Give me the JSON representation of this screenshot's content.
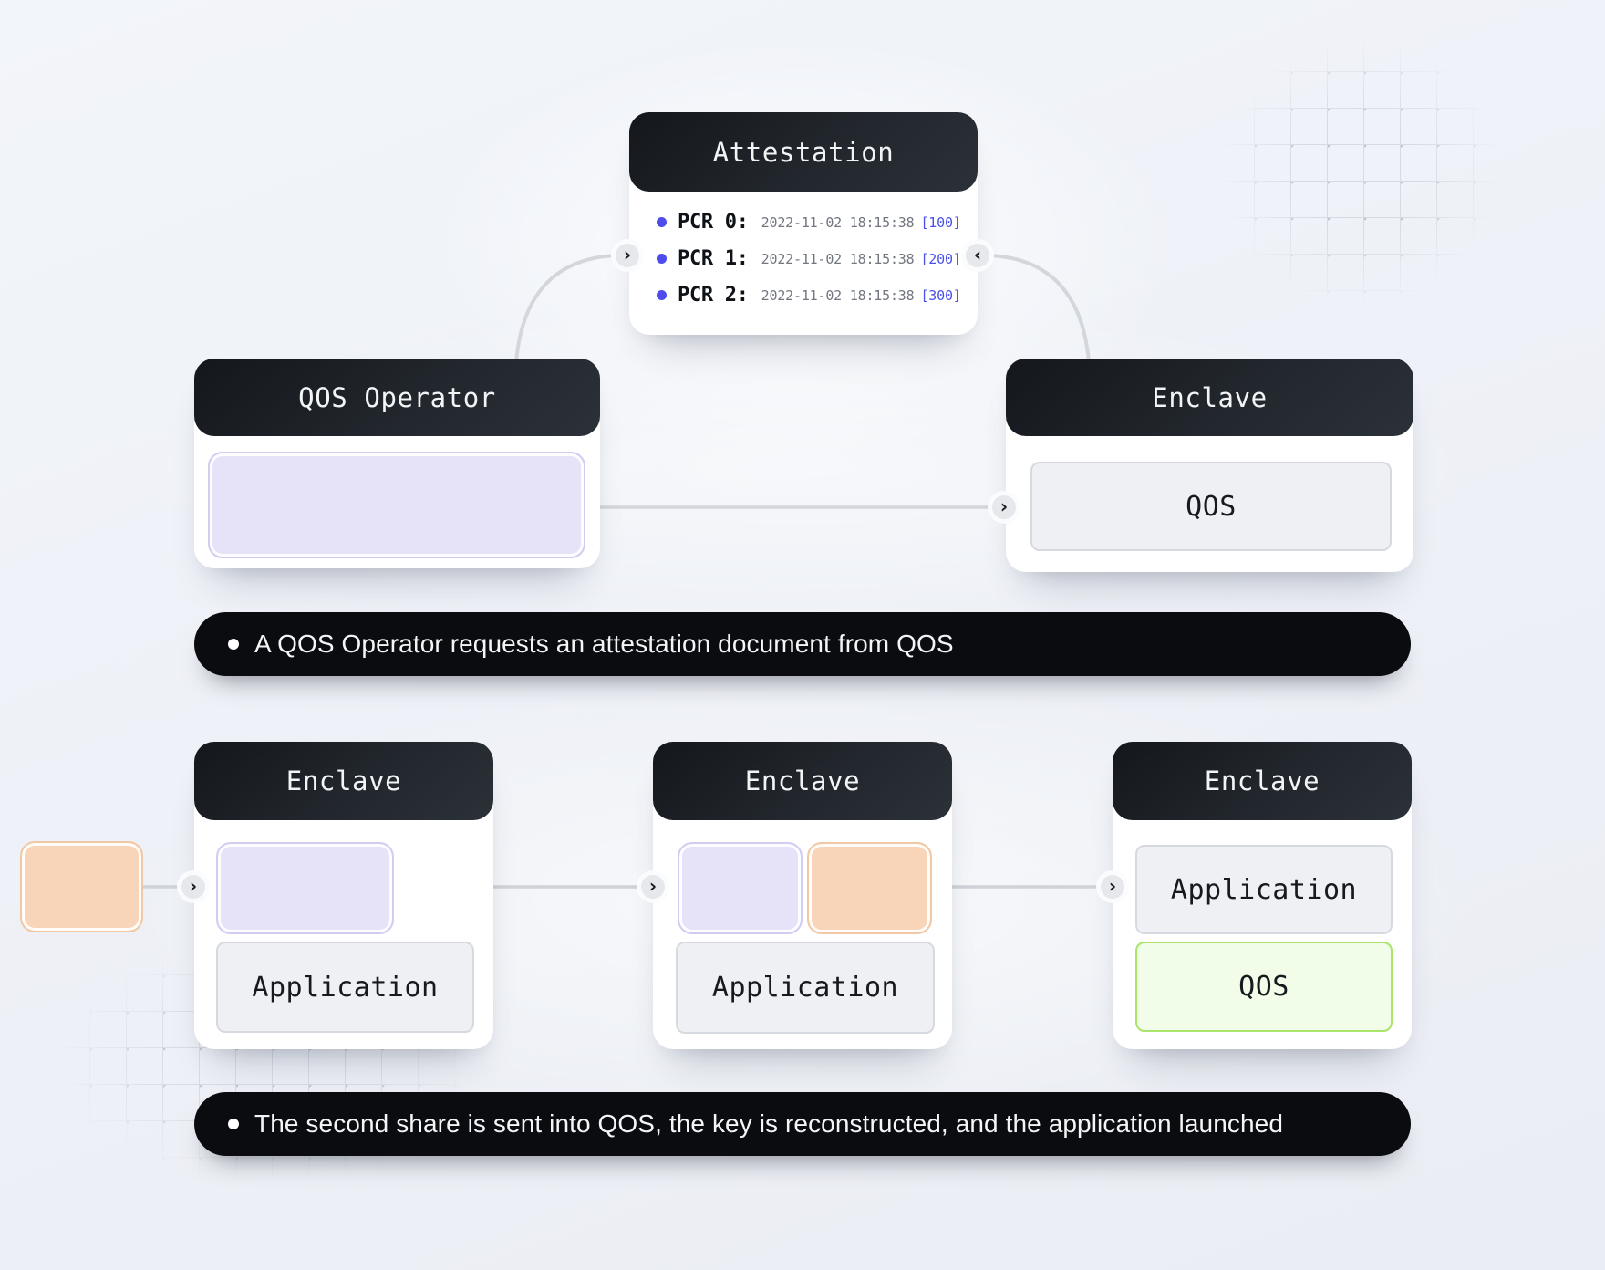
{
  "palette": {
    "background": "#eef1f6",
    "header_dark": "#1d2127",
    "bar_black": "#0a0c0f",
    "accent_indigo": "#4b51e9",
    "lavender_fill": "#e6e2f8",
    "peach_fill": "#f8d5b8",
    "green_border": "#a9e56b",
    "green_fill": "#f1fce9",
    "module_gray": "#eef0f4",
    "line_gray": "#d3d6db"
  },
  "icons": {
    "chevron_right": "›",
    "chevron_left": "‹"
  },
  "attestation": {
    "title": "Attestation",
    "rows": [
      {
        "label": "PCR 0:",
        "timestamp": "2022-11-02 18:15:38",
        "value": "[100]"
      },
      {
        "label": "PCR 1:",
        "timestamp": "2022-11-02 18:15:38",
        "value": "[200]"
      },
      {
        "label": "PCR 2:",
        "timestamp": "2022-11-02 18:15:38",
        "value": "[300]"
      }
    ]
  },
  "nodes": {
    "qos_operator": {
      "title": "QOS Operator"
    },
    "enclave_top": {
      "title": "Enclave",
      "modules": [
        "QOS"
      ]
    },
    "enclave_left": {
      "title": "Enclave",
      "modules": [
        "Application"
      ]
    },
    "enclave_mid": {
      "title": "Enclave",
      "modules": [
        "Application"
      ]
    },
    "enclave_right": {
      "title": "Enclave",
      "modules": [
        "Application",
        "QOS"
      ]
    }
  },
  "steps": [
    "A QOS Operator requests an attestation document from QOS",
    "The second share is sent into QOS, the key is reconstructed, and the application launched"
  ]
}
